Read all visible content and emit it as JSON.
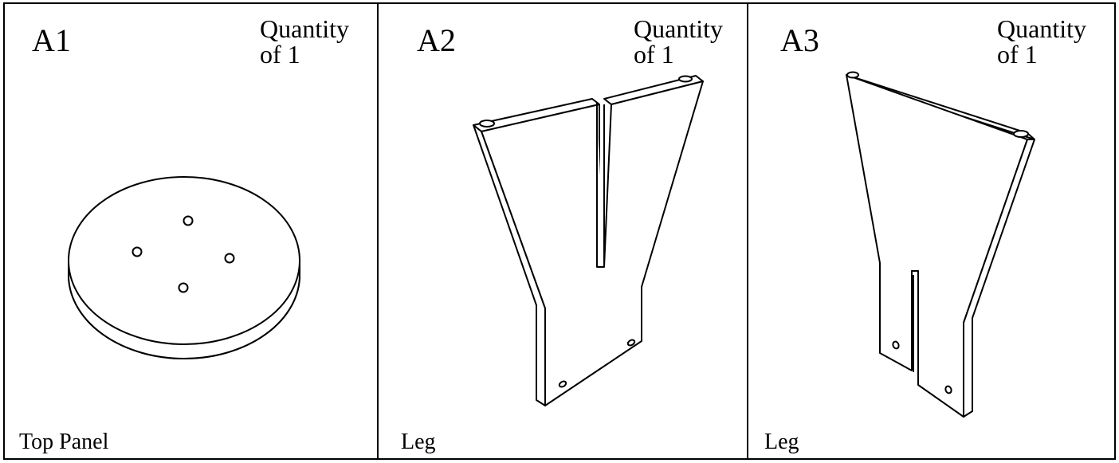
{
  "panels": [
    {
      "id": "A1",
      "quantity_label": "Quantity",
      "quantity_value": "of  1",
      "name": "Top Panel"
    },
    {
      "id": "A2",
      "quantity_label": "Quantity",
      "quantity_value": "of  1",
      "name": "Leg"
    },
    {
      "id": "A3",
      "quantity_label": "Quantity",
      "quantity_value": "of  1",
      "name": "Leg"
    }
  ]
}
